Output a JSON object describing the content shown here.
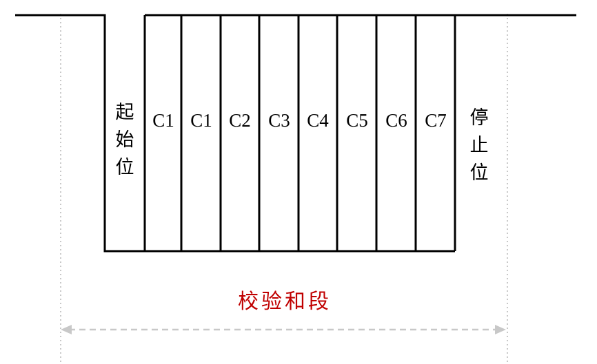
{
  "frame": {
    "cells": [
      {
        "id": "start",
        "label": "起始位"
      },
      {
        "id": "c1a",
        "label": "C1"
      },
      {
        "id": "c1b",
        "label": "C1"
      },
      {
        "id": "c2",
        "label": "C2"
      },
      {
        "id": "c3",
        "label": "C3"
      },
      {
        "id": "c4",
        "label": "C4"
      },
      {
        "id": "c5",
        "label": "C5"
      },
      {
        "id": "c6",
        "label": "C6"
      },
      {
        "id": "c7",
        "label": "C7"
      },
      {
        "id": "stop",
        "label": "停止位"
      }
    ]
  },
  "span": {
    "label": "校验和段"
  },
  "colors": {
    "line": "#000000",
    "guide": "#bfbfbf",
    "span_label": "#c00000"
  }
}
